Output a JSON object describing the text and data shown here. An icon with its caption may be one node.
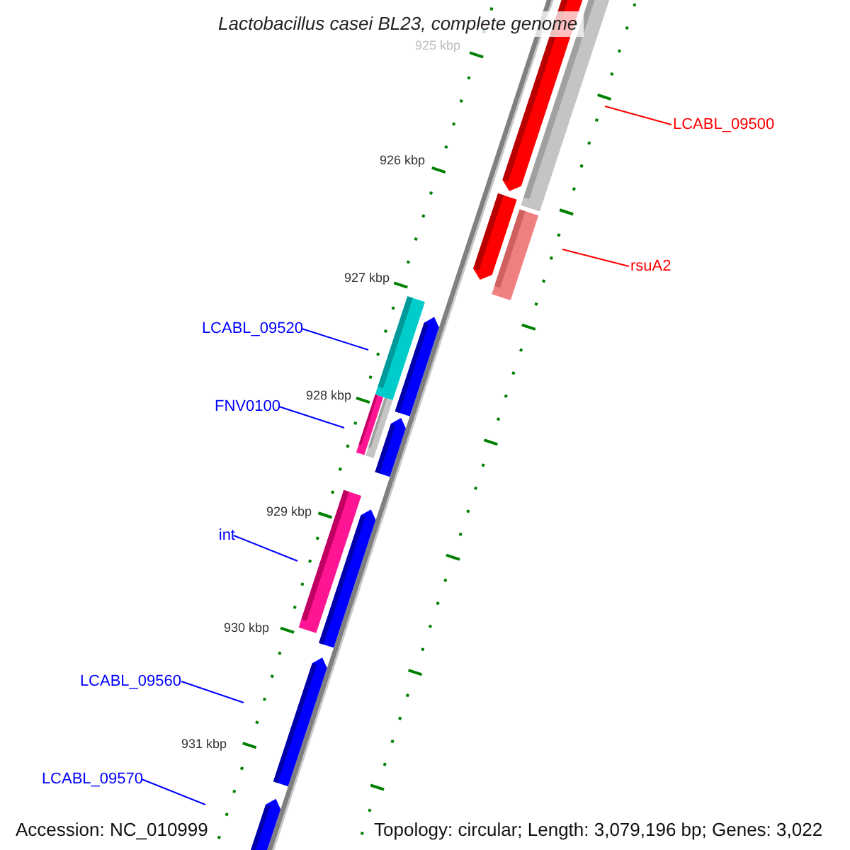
{
  "diagram": {
    "title": "Lactobacillus casei BL23, complete genome",
    "nodes": [
      {
        "text": [
          "LCABL_09500"
        ]
      },
      {
        "text": [
          "rsuA2"
        ]
      },
      {
        "text": [
          "LCABL_09520"
        ]
      },
      {
        "text": [
          "FNV0100"
        ]
      },
      {
        "text": [
          "int"
        ]
      },
      {
        "text": [
          "LCABL_09560"
        ]
      },
      {
        "text": [
          "LCABL_09570"
        ]
      }
    ],
    "edges": [
      {
        "from": 0,
        "to": null,
        "arrow": "none",
        "color": "#ff0000"
      },
      {
        "from": 1,
        "to": null,
        "arrow": "none",
        "color": "#ff0000"
      },
      {
        "from": 2,
        "to": null,
        "arrow": "none"
      },
      {
        "from": 3,
        "to": null,
        "arrow": "none"
      },
      {
        "from": 4,
        "to": null,
        "arrow": "none"
      },
      {
        "from": 5,
        "to": null,
        "arrow": "none"
      },
      {
        "from": 6,
        "to": null,
        "arrow": "none"
      }
    ],
    "labels": [
      "925 kbp",
      "926 kbp",
      "927 kbp",
      "928 kbp",
      "929 kbp",
      "930 kbp",
      "931 kbp",
      "Accession: NC_010999",
      "Topology: circular; Length: 3,079,196 bp; Genes: 3,022"
    ]
  }
}
